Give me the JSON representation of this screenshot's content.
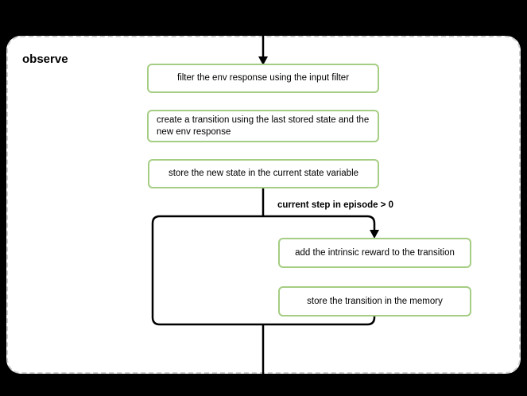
{
  "diagram": {
    "title": "observe",
    "nodes": [
      {
        "id": "filter",
        "label": "filter the env response using the input filter"
      },
      {
        "id": "create",
        "label": "create a transition using the last stored state and the new env response"
      },
      {
        "id": "store_state",
        "label": "store the new state in the current state variable"
      },
      {
        "id": "add_reward",
        "label": "add the intrinsic reward to the transition"
      },
      {
        "id": "store_transition",
        "label": "store the transition in the memory"
      }
    ],
    "branch_label": "current step in episode > 0"
  },
  "colors": {
    "background": "#000000",
    "panel_bg": "#ffffff",
    "panel_border": "#cfcfcf",
    "node_border": "#a5cd83",
    "line": "#000000"
  }
}
